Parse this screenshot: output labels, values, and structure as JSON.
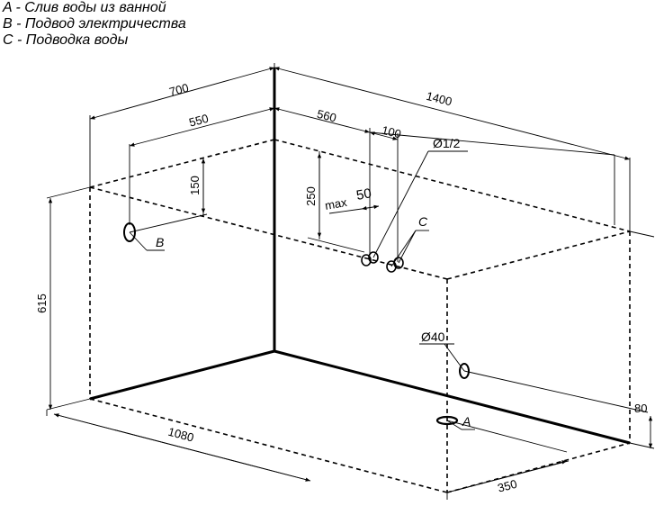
{
  "legend": {
    "a": "A - Слив воды из ванной",
    "b": "B - Подвод электричества",
    "c": "C - Подводка воды"
  },
  "dimensions": {
    "d700": "700",
    "d550": "550",
    "d560": "560",
    "d100": "100",
    "d1400": "1400",
    "d150": "150",
    "d250": "250",
    "d615": "615",
    "d1080": "1080",
    "d350": "350",
    "d80": "80",
    "max_prefix": "max",
    "max_value": "50",
    "dia_half": "Ø1/2",
    "dia_40": "Ø40"
  },
  "labels": {
    "a": "A",
    "b": "B",
    "c": "C"
  }
}
